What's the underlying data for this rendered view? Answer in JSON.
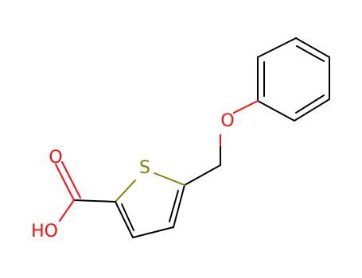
{
  "molecule": {
    "atoms": {
      "sulfur": "S",
      "ether_oxygen": "O",
      "carbonyl_oxygen": "O",
      "hydroxyl": "HO"
    },
    "colors": {
      "bond": "#000000",
      "oxygen": "#ff0d0d",
      "sulfur": "#808000"
    }
  }
}
